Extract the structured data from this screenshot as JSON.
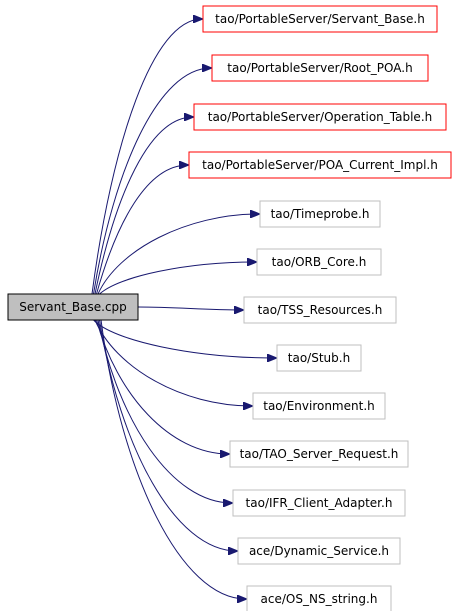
{
  "colors": {
    "edge": "#191970",
    "source_fill": "#bfbfbf",
    "source_border": "#000000",
    "red_border": "#ff0000",
    "gray_border": "#bfbfbf",
    "node_fill": "#ffffff",
    "text": "#000000"
  },
  "source": {
    "label": "Servant_Base.cpp"
  },
  "targets": [
    {
      "label": "tao/PortableServer/Servant_Base.h",
      "border": "red"
    },
    {
      "label": "tao/PortableServer/Root_POA.h",
      "border": "red"
    },
    {
      "label": "tao/PortableServer/Operation_Table.h",
      "border": "red"
    },
    {
      "label": "tao/PortableServer/POA_Current_Impl.h",
      "border": "red"
    },
    {
      "label": "tao/Timeprobe.h",
      "border": "gray"
    },
    {
      "label": "tao/ORB_Core.h",
      "border": "gray"
    },
    {
      "label": "tao/TSS_Resources.h",
      "border": "gray"
    },
    {
      "label": "tao/Stub.h",
      "border": "gray"
    },
    {
      "label": "tao/Environment.h",
      "border": "gray"
    },
    {
      "label": "tao/TAO_Server_Request.h",
      "border": "gray"
    },
    {
      "label": "tao/IFR_Client_Adapter.h",
      "border": "gray"
    },
    {
      "label": "ace/Dynamic_Service.h",
      "border": "gray"
    },
    {
      "label": "ace/OS_NS_string.h",
      "border": "gray"
    }
  ]
}
